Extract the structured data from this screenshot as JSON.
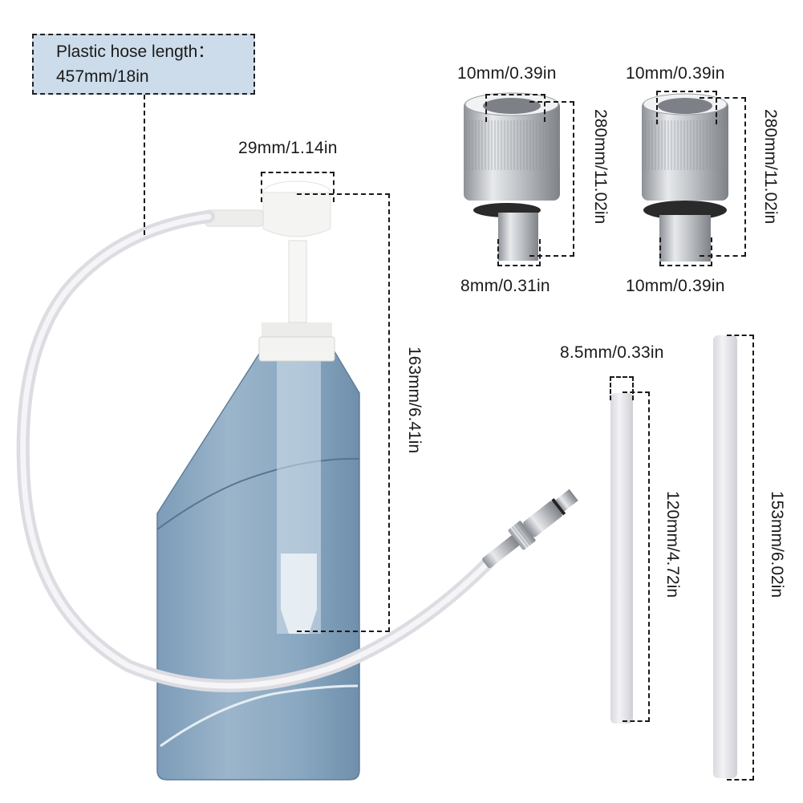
{
  "callout": {
    "line1": "Plastic hose length：",
    "line2": "457mm/18in"
  },
  "pump": {
    "cap_width": "29mm/1.14in",
    "tube_length": "163mm/6.41in"
  },
  "adapters": [
    {
      "top_diameter": "10mm/0.39in",
      "height": "280mm/11.02in",
      "thread_diameter": "8mm/0.31in"
    },
    {
      "top_diameter": "10mm/0.39in",
      "height": "280mm/11.02in",
      "thread_diameter": "10mm/0.39in"
    }
  ],
  "tubes": {
    "diameter": "8.5mm/0.33in",
    "short_length": "120mm/4.72in",
    "long_length": "153mm/6.02in"
  },
  "colors": {
    "callout_bg": "#cddcea",
    "bottle_blue": "#7f9fba",
    "metal": "#c0c4c8",
    "white_plastic": "#f2f2f0"
  }
}
